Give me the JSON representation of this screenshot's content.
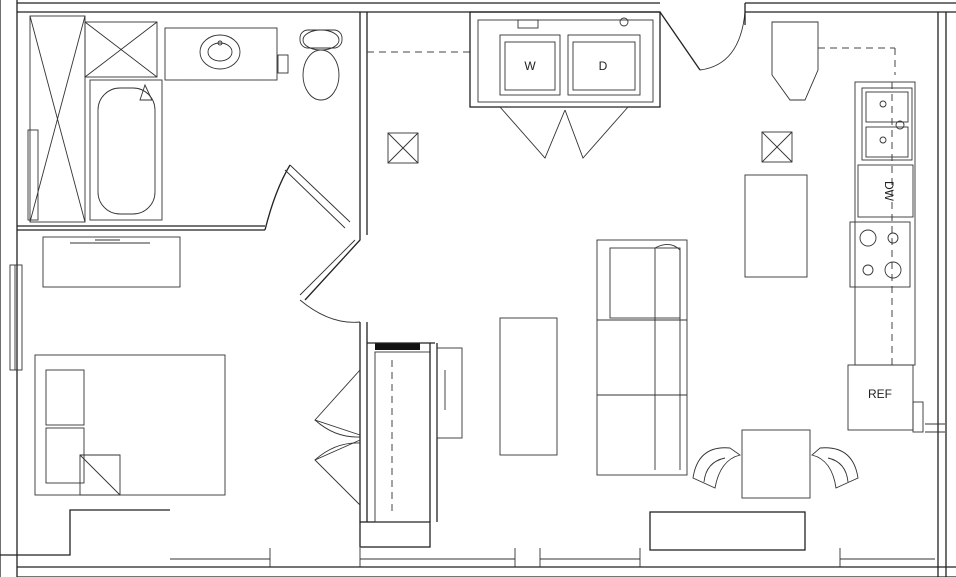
{
  "labels": {
    "washer": "W",
    "dryer": "D",
    "dishwasher": "DW",
    "refrigerator": "REF"
  }
}
